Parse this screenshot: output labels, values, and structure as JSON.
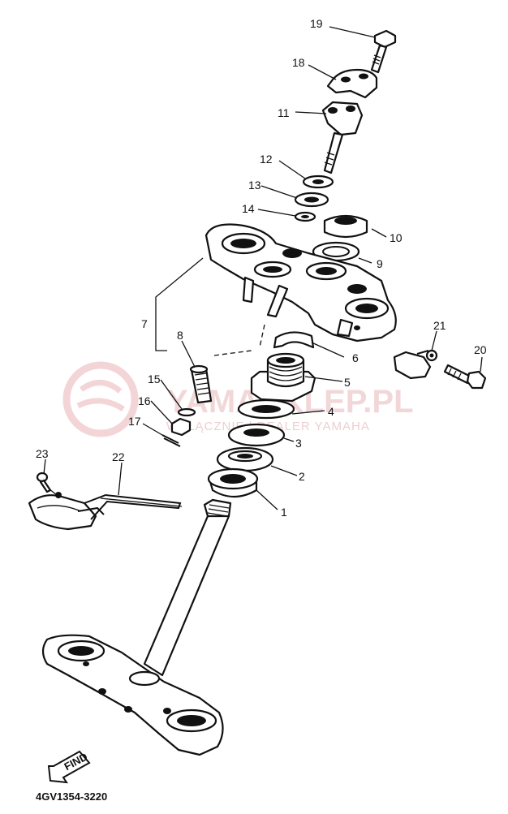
{
  "diagram": {
    "part_code": "4GV1354-3220",
    "find_label": "FIND",
    "watermark": {
      "brand": "YAMASKLEP.PL",
      "tagline": "WYŁĄCZNIE | DEALER YAMAHA"
    },
    "callouts": [
      {
        "id": "c1",
        "label": "1"
      },
      {
        "id": "c2",
        "label": "2"
      },
      {
        "id": "c3",
        "label": "3"
      },
      {
        "id": "c4",
        "label": "4"
      },
      {
        "id": "c5",
        "label": "5"
      },
      {
        "id": "c6",
        "label": "6"
      },
      {
        "id": "c7",
        "label": "7"
      },
      {
        "id": "c8",
        "label": "8"
      },
      {
        "id": "c9",
        "label": "9"
      },
      {
        "id": "c10",
        "label": "10"
      },
      {
        "id": "c11",
        "label": "11"
      },
      {
        "id": "c12",
        "label": "12"
      },
      {
        "id": "c13",
        "label": "13"
      },
      {
        "id": "c14",
        "label": "14"
      },
      {
        "id": "c15",
        "label": "15"
      },
      {
        "id": "c16",
        "label": "16"
      },
      {
        "id": "c17",
        "label": "17"
      },
      {
        "id": "c18",
        "label": "18"
      },
      {
        "id": "c19",
        "label": "19"
      },
      {
        "id": "c20",
        "label": "20"
      },
      {
        "id": "c21",
        "label": "21"
      },
      {
        "id": "c22",
        "label": "22"
      },
      {
        "id": "c23",
        "label": "23"
      }
    ]
  }
}
